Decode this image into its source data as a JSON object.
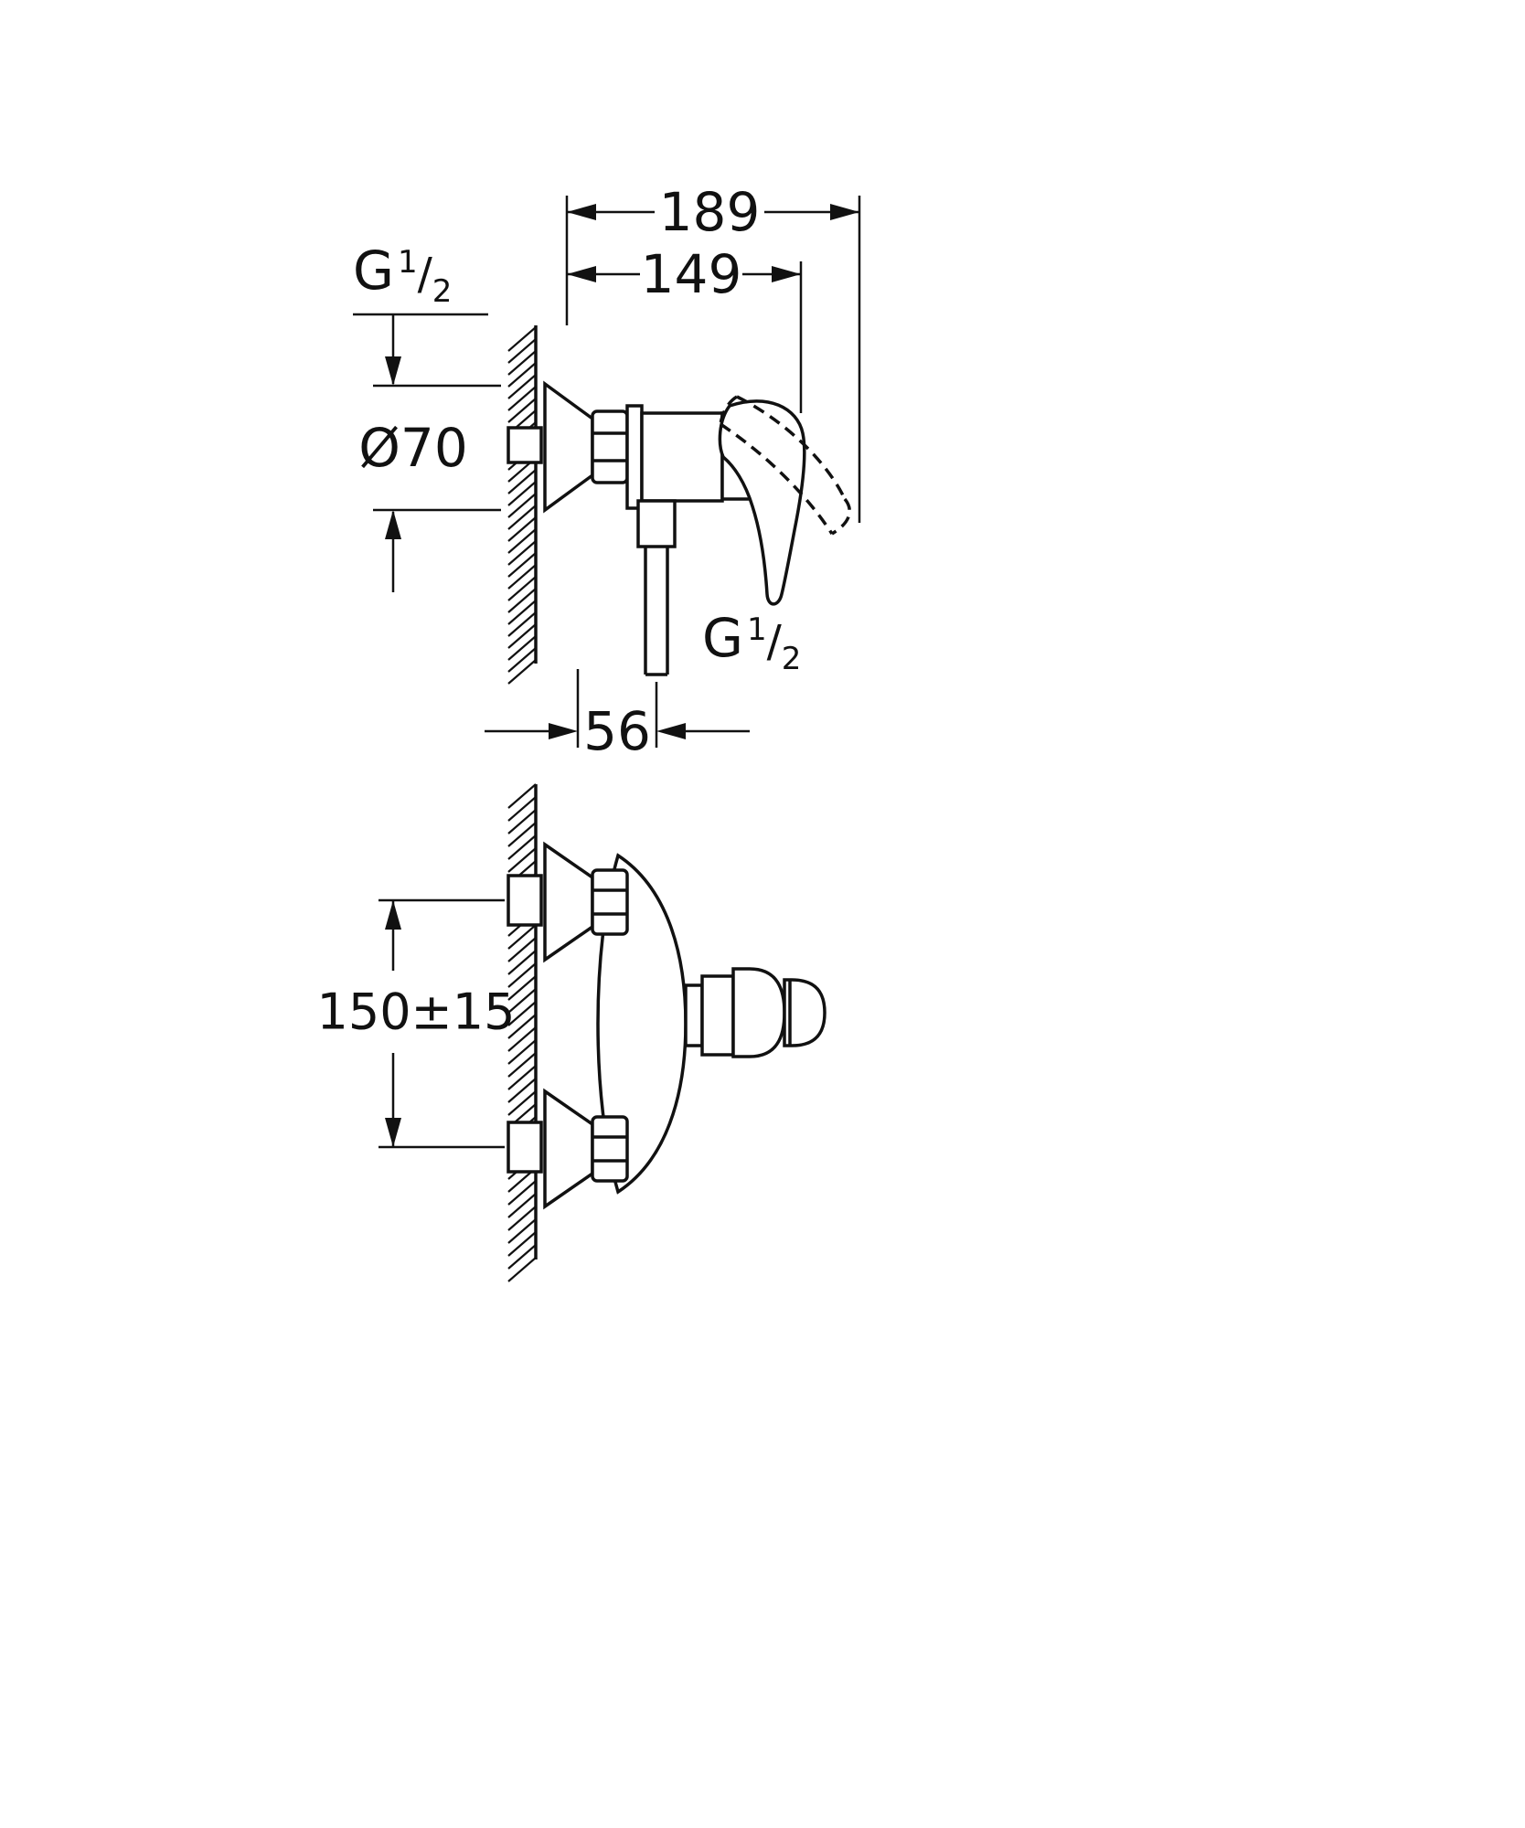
{
  "colors": {
    "line": "#111111",
    "background": "#ffffff"
  },
  "dimensions": {
    "overall_depth": "189",
    "handle_depth": "149",
    "escutcheon_diameter": "Ø70",
    "outlet_offset": "56",
    "connection_spacing": "150±15"
  },
  "thread_label": {
    "g": "G",
    "numerator": "1",
    "slash": "/",
    "denominator": "2"
  }
}
